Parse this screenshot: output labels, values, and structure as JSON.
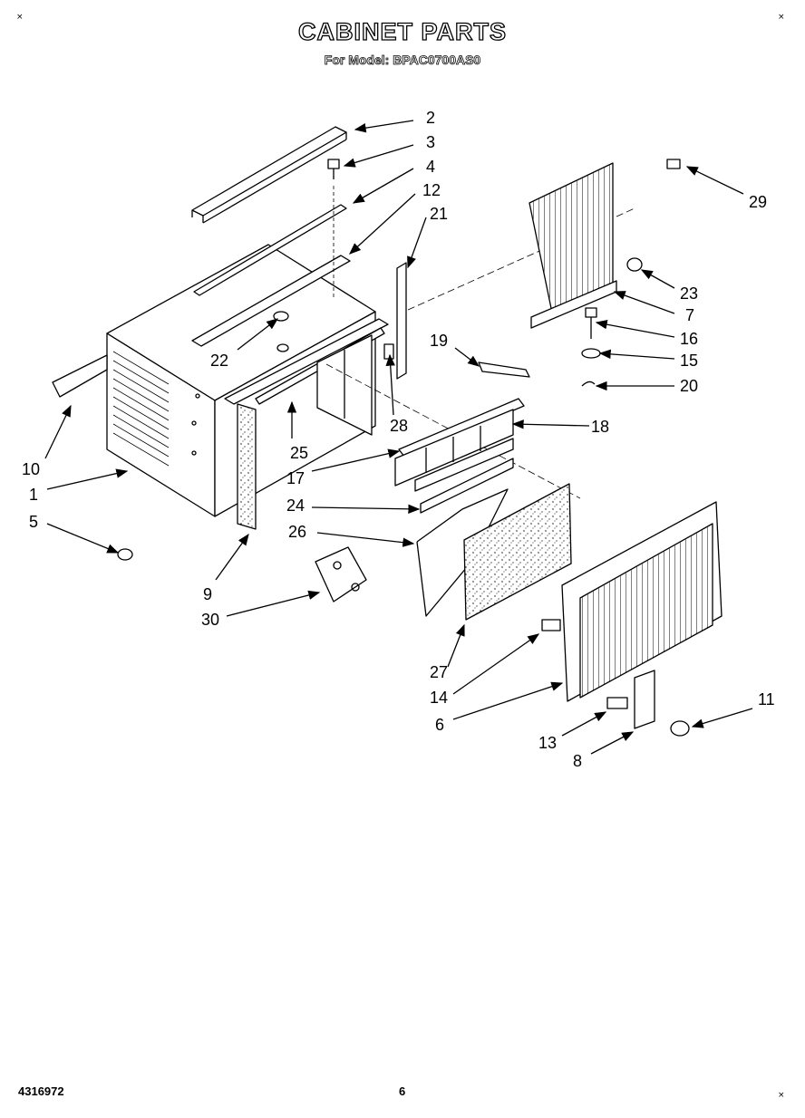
{
  "header": {
    "title": "CABINET PARTS",
    "subtitle": "For Model: BPAC0700AS0"
  },
  "footer": {
    "doc_number": "4316972",
    "page_number": "6"
  },
  "corner_mark": "×",
  "callouts": [
    {
      "id": "c1",
      "label": "1"
    },
    {
      "id": "c2",
      "label": "2"
    },
    {
      "id": "c3",
      "label": "3"
    },
    {
      "id": "c4",
      "label": "4"
    },
    {
      "id": "c5",
      "label": "5"
    },
    {
      "id": "c6",
      "label": "6"
    },
    {
      "id": "c7",
      "label": "7"
    },
    {
      "id": "c8",
      "label": "8"
    },
    {
      "id": "c9",
      "label": "9"
    },
    {
      "id": "c10",
      "label": "10"
    },
    {
      "id": "c11",
      "label": "11"
    },
    {
      "id": "c12",
      "label": "12"
    },
    {
      "id": "c13",
      "label": "13"
    },
    {
      "id": "c14",
      "label": "14"
    },
    {
      "id": "c15",
      "label": "15"
    },
    {
      "id": "c16",
      "label": "16"
    },
    {
      "id": "c17",
      "label": "17"
    },
    {
      "id": "c18",
      "label": "18"
    },
    {
      "id": "c19",
      "label": "19"
    },
    {
      "id": "c20",
      "label": "20"
    },
    {
      "id": "c21",
      "label": "21"
    },
    {
      "id": "c22",
      "label": "22"
    },
    {
      "id": "c23",
      "label": "23"
    },
    {
      "id": "c24",
      "label": "24"
    },
    {
      "id": "c25",
      "label": "25"
    },
    {
      "id": "c26",
      "label": "26"
    },
    {
      "id": "c27",
      "label": "27"
    },
    {
      "id": "c28",
      "label": "28"
    },
    {
      "id": "c29",
      "label": "29"
    },
    {
      "id": "c30",
      "label": "30"
    }
  ]
}
